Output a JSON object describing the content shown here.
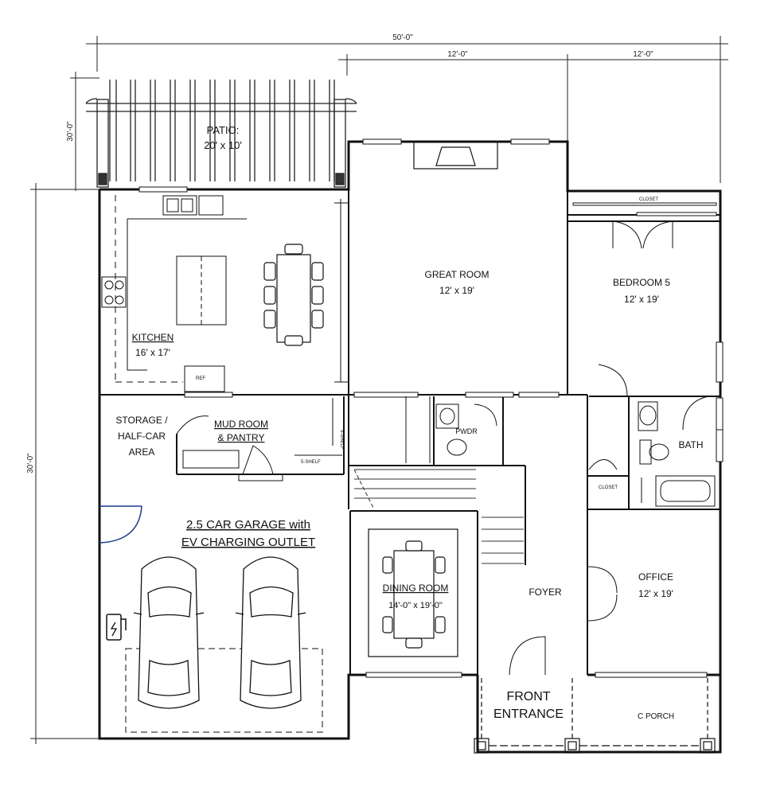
{
  "dimensions": {
    "overall_width": "50'-0\"",
    "right_width_1": "12'-0\"",
    "right_width_2": "12'-0\"",
    "patio_depth": "30'-0\"",
    "house_depth": "30'-0\""
  },
  "rooms": {
    "patio": {
      "name": "PATIO:",
      "size": "20' x 10'"
    },
    "kitchen": {
      "name": "KITCHEN",
      "size": "16' x 17'"
    },
    "great_room": {
      "name": "GREAT ROOM",
      "size": "12' x 19'"
    },
    "bedroom": {
      "name": "BEDROOM 5",
      "size": "12' x 19'"
    },
    "storage": {
      "line1": "STORAGE /",
      "line2": "HALF-CAR",
      "line3": "AREA"
    },
    "mud_room": {
      "line1": "MUD ROOM",
      "line2": "& PANTRY"
    },
    "powder": {
      "name": "PWDR"
    },
    "bath": {
      "name": "BATH"
    },
    "closet_top": {
      "name": "CLOSET"
    },
    "closet_small": {
      "name": "CLOSET"
    },
    "shelf_1": {
      "name": "5-SHELF"
    },
    "shelf_2": {
      "name": "5-SHELF"
    },
    "refrigerator": {
      "name": "REF"
    },
    "garage": {
      "line1": "2.5 CAR GARAGE with",
      "line2": "EV CHARGING OUTLET"
    },
    "dining": {
      "name": "DINING ROOM",
      "size": "14'-0\" x 19'-0\""
    },
    "foyer": {
      "name": "FOYER"
    },
    "office": {
      "name": "OFFICE",
      "size": "12' x 19'"
    },
    "entrance": {
      "line1": "FRONT",
      "line2": "ENTRANCE"
    },
    "porch": {
      "name": "C PORCH"
    }
  }
}
